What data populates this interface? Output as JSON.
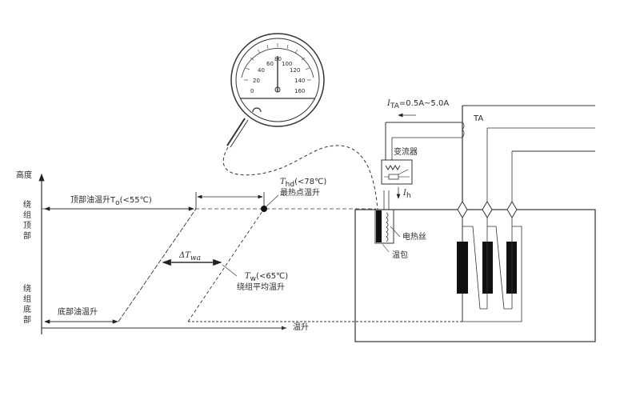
{
  "diagram": {
    "type": "transformer-winding-temperature-measurement",
    "axes": {
      "y_label": "高度",
      "x_label": "温升",
      "y_top_region": "绕组顶部",
      "y_bottom_region": "绕组底部"
    },
    "annotations": {
      "top_oil_rise": "顶部油温升T",
      "top_oil_rise_sub": "o",
      "top_oil_rise_limit": "(<55℃)",
      "bottom_oil_rise": "底部油温升",
      "hotspot_symbol": "T",
      "hotspot_sub": "hd",
      "hotspot_limit": "(<78℃)",
      "hotspot_name": "最热点温升",
      "avg_winding_symbol": "T",
      "avg_winding_sub": "w",
      "avg_winding_limit": "(<65℃)",
      "avg_winding_name": "绕组平均温升",
      "gradient_symbol": "ΔT",
      "gradient_sub": "wa"
    },
    "gauge": {
      "scale_labels": [
        "0",
        "20",
        "40",
        "60",
        "80",
        "100",
        "120",
        "140",
        "160"
      ]
    },
    "circuit": {
      "ct_current": "I",
      "ct_current_sub": "TA",
      "ct_current_value": "=0.5A~5.0A",
      "ct_label": "TA",
      "converter_label": "变流器",
      "heater_current": "I",
      "heater_current_sub": "h",
      "heater_label": "电热丝",
      "bulb_label": "温包"
    }
  }
}
